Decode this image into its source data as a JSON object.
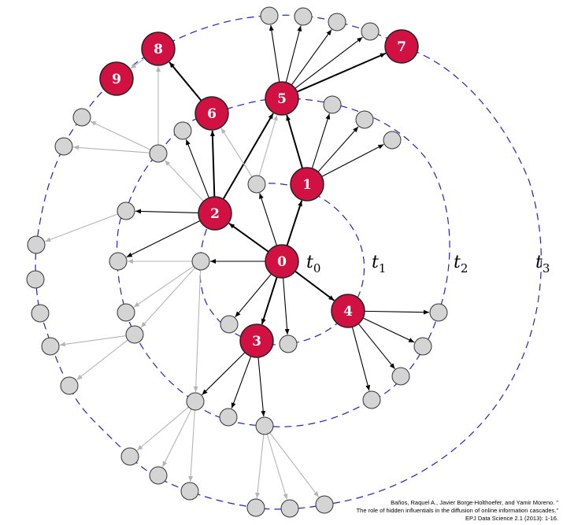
{
  "colors": {
    "influential_fill": "#d11141",
    "regular_fill": "#d4d4d4",
    "ring_stroke": "#2222bb",
    "primary_edge": "#000000",
    "secondary_edge": "#b4b4b4"
  },
  "influential_nodes": [
    "0",
    "1",
    "2",
    "3",
    "4",
    "5",
    "6",
    "7",
    "8",
    "9"
  ],
  "time_labels": [
    {
      "base": "t",
      "sub": "0"
    },
    {
      "base": "t",
      "sub": "1"
    },
    {
      "base": "t",
      "sub": "2"
    },
    {
      "base": "t",
      "sub": "3"
    }
  ],
  "citation": {
    "line1": "Baños, Raquel A., Javier Borge-Holthoefer, and Yamir Moreno. \"",
    "line2": "The role of hidden influentials in the diffusion of online information cascades.\"",
    "line3": "EPJ Data Science 2.1 (2013): 1-16."
  }
}
